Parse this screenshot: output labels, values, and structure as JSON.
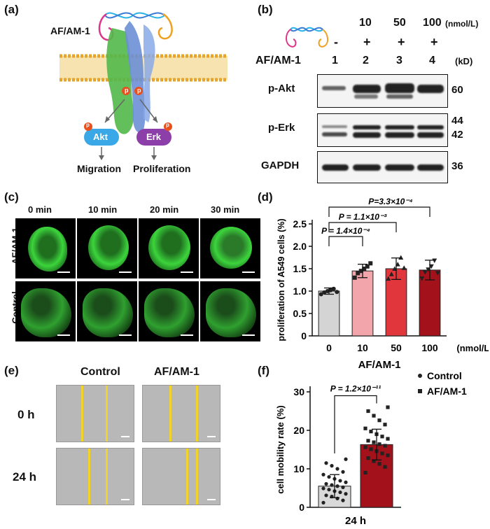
{
  "panel_a": {
    "label": "(a)",
    "construct": "AF/AM-1",
    "phospho": "p",
    "akt": "Akt",
    "erk": "Erk",
    "migration": "Migration",
    "proliferation": "Proliferation"
  },
  "panel_b": {
    "label": "(b)",
    "unit": "(nmol/L)",
    "doses": [
      "10",
      "50",
      "100"
    ],
    "treat_marks": [
      "-",
      "+",
      "+",
      "+"
    ],
    "row_name": "AF/AM-1",
    "lanes": [
      "1",
      "2",
      "3",
      "4"
    ],
    "kd": "(kD)",
    "blots": [
      {
        "name": "p-Akt",
        "mw": [
          "60"
        ]
      },
      {
        "name": "p-Erk",
        "mw": [
          "44",
          "42"
        ]
      },
      {
        "name": "GAPDH",
        "mw": [
          "36"
        ]
      }
    ]
  },
  "panel_c": {
    "label": "(c)",
    "times": [
      "0 min",
      "10 min",
      "20 min",
      "30 min"
    ],
    "rows": [
      "AF/AM-1",
      "Control"
    ]
  },
  "chart_data": [
    {
      "type": "bar",
      "panel": "(d)",
      "categories": [
        "0",
        "10",
        "50",
        "100"
      ],
      "values": [
        1.0,
        1.45,
        1.5,
        1.47
      ],
      "errors": [
        0.07,
        0.15,
        0.24,
        0.22
      ],
      "points": [
        [
          0.93,
          0.97,
          1.0,
          1.02,
          1.05,
          0.98
        ],
        [
          1.3,
          1.4,
          1.45,
          1.5,
          1.55,
          1.62
        ],
        [
          1.28,
          1.38,
          1.5,
          1.6,
          1.75,
          1.52
        ],
        [
          1.28,
          1.42,
          1.48,
          1.55,
          1.68,
          1.4
        ]
      ],
      "colors": [
        "#d4d4d4",
        "#f2a6ab",
        "#e2363d",
        "#a3121b"
      ],
      "ylabel": "proliferation of A549 cells  (%)",
      "xlabel": "AF/AM-1",
      "unit_label": "(nmol/L)",
      "ylim": [
        0,
        2.5
      ],
      "yticks": [
        "0",
        "0.5",
        "1.0",
        "1.5",
        "2.0",
        "2.5"
      ],
      "annotations": [
        "P = 1.4×10⁻⁴",
        "P = 1.1×10⁻³",
        "P=3.3×10⁻⁴"
      ]
    },
    {
      "type": "bar",
      "panel": "(f)",
      "categories": [
        "24 h"
      ],
      "series": [
        {
          "name": "Control",
          "value": 5.5,
          "error": 3.0,
          "color": "#d9d9d9",
          "points": [
            1.2,
            1.8,
            2.3,
            2.8,
            3.1,
            3.5,
            3.9,
            4.2,
            4.6,
            4.9,
            5.2,
            5.5,
            5.8,
            6.1,
            6.5,
            6.9,
            7.4,
            7.9,
            8.5,
            9.2,
            10.0,
            10.8,
            11.5,
            12.5
          ]
        },
        {
          "name": "AF/AM-1",
          "value": 16.3,
          "error": 4.0,
          "color": "#a3121b",
          "points": [
            9.0,
            10.5,
            11.3,
            12.0,
            12.8,
            13.5,
            14.0,
            14.6,
            15.1,
            15.6,
            16.0,
            16.4,
            16.9,
            17.3,
            17.8,
            18.4,
            19.0,
            19.7,
            20.5,
            21.5,
            22.6,
            23.8,
            25.0,
            26.0
          ]
        }
      ],
      "ylabel": "cell mobility rate (%)",
      "xlabel": "24 h",
      "ylim": [
        0,
        30
      ],
      "yticks": [
        "0",
        "10",
        "20",
        "30"
      ],
      "annotation": "P = 1.2×10⁻¹¹"
    }
  ],
  "panel_e": {
    "label": "(e)",
    "cols": [
      "Control",
      "AF/AM-1"
    ],
    "rows": [
      "0 h",
      "24 h"
    ]
  },
  "panel_f_label": "(f)"
}
